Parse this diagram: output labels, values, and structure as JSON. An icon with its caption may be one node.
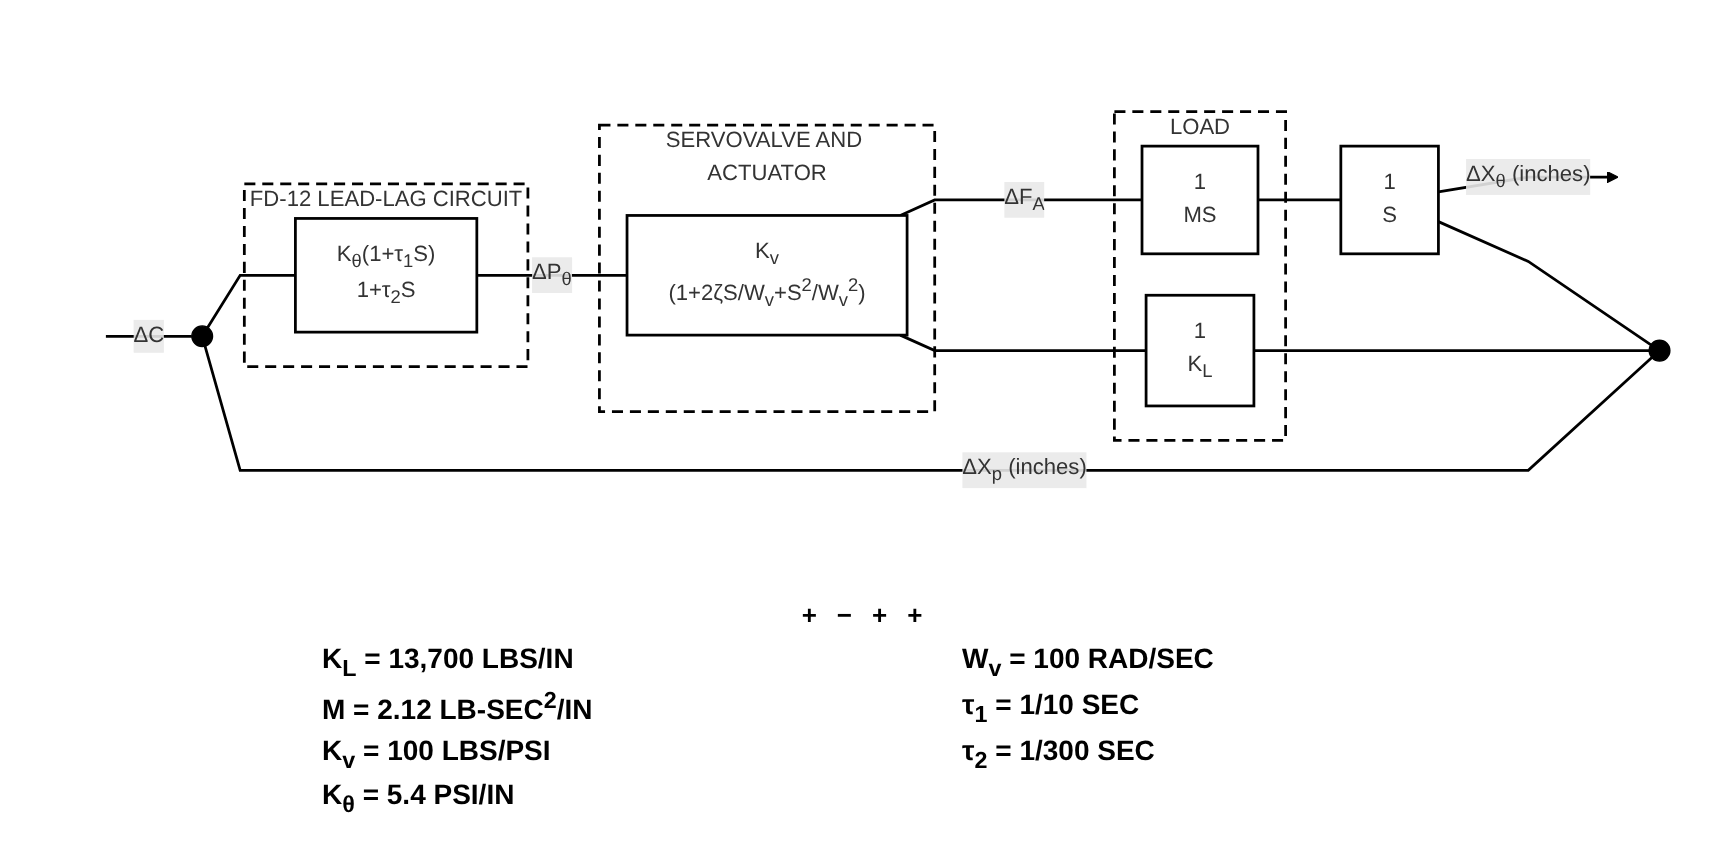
{
  "diagram": {
    "nodes": [
      {
        "text": [
          "FD-12 LEAD-LAG CIRCUIT"
        ]
      },
      {
        "text": [
          "K$_{θ}$(1+τ$_{1}$S)",
          "1+τ$_{2}$S"
        ],
        "in": 0
      },
      {
        "text": [
          "SERVOVALVE AND ACTUATOR"
        ]
      },
      {
        "text": [
          "K$_{v}$",
          "(1+2ζS/W$_{v}$+S$^{2}$/W$_{v}$$^{2}$)"
        ],
        "in": 2
      },
      {
        "text": [
          "LOAD"
        ]
      },
      {
        "text": [
          "1",
          "MS"
        ],
        "in": 4
      },
      {
        "text": [
          "1",
          "K$_{L}$"
        ],
        "in": 4
      },
      {
        "text": [
          "1",
          "S"
        ]
      },
      {
        "text": [],
        "shape": "circle"
      },
      {
        "text": [],
        "shape": "circle"
      }
    ],
    "edges": [
      {
        "from": null,
        "to": 8,
        "arrow": "none",
        "label": "ΔC"
      },
      {
        "from": 8,
        "to": 1,
        "arrow": "none"
      },
      {
        "from": 1,
        "to": 3,
        "arrow": "none",
        "label": "ΔP$_{θ}$"
      },
      {
        "from": 3,
        "to": 5,
        "arrow": "none",
        "label": "ΔF$_{A}$"
      },
      {
        "from": 3,
        "to": 6,
        "arrow": "none"
      },
      {
        "from": 5,
        "to": 7,
        "arrow": "none"
      },
      {
        "from": 7,
        "to": null,
        "arrow": "to",
        "label": "ΔX$_{θ}$ (inches)"
      },
      {
        "from": 7,
        "to": 9,
        "arrow": "none"
      },
      {
        "from": 6,
        "to": 9,
        "arrow": "none"
      },
      {
        "from": 9,
        "to": 8,
        "arrow": "none",
        "label": "ΔX$_{p}$ (inches)"
      }
    ],
    "labels": [
      "+",
      "−",
      "+",
      "+",
      "K$_{L}$ = 13,700 LBS/IN",
      "W$_{v}$ = 100 RAD/SEC",
      "M = 2.12 LB-SEC$^{2}$/IN",
      "τ$_{1}$ = 1/10 SEC",
      "K$_{v}$ = 100 LBS/PSI",
      "τ$_{2}$ = 1/300 SEC",
      "K$_{θ}$ = 5.4 PSI/IN"
    ]
  }
}
